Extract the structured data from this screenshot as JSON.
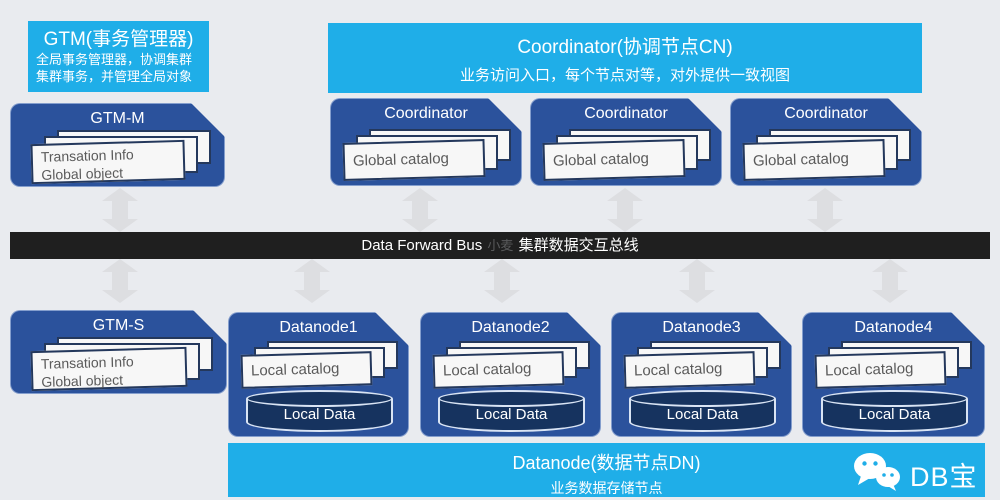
{
  "gtm_header": {
    "title": "GTM(事务管理器)",
    "desc": "全局事务管理器，协调集群集群事务，并管理全局对象"
  },
  "coordinator_header": {
    "title": "Coordinator(协调节点CN)",
    "desc": "业务访问入口，每个节点对等，对外提供一致视图"
  },
  "gtm_m": {
    "title": "GTM-M",
    "paper": "Transation Info\nGlobal object"
  },
  "gtm_s": {
    "title": "GTM-S",
    "paper": "Transation Info\nGlobal object"
  },
  "coordinators": [
    {
      "title": "Coordinator",
      "paper": "Global catalog"
    },
    {
      "title": "Coordinator",
      "paper": "Global catalog"
    },
    {
      "title": "Coordinator",
      "paper": "Global catalog"
    }
  ],
  "bus": {
    "label_en": "Data Forward Bus",
    "watermark": "小麦",
    "label_zh": "集群数据交互总线"
  },
  "datanodes": [
    {
      "title": "Datanode1",
      "paper": "Local catalog",
      "storage": "Local Data"
    },
    {
      "title": "Datanode2",
      "paper": "Local catalog",
      "storage": "Local Data"
    },
    {
      "title": "Datanode3",
      "paper": "Local catalog",
      "storage": "Local Data"
    },
    {
      "title": "Datanode4",
      "paper": "Local catalog",
      "storage": "Local Data"
    }
  ],
  "datanode_footer": {
    "title": "Datanode(数据节点DN)",
    "desc": "业务数据存储节点"
  },
  "brand": {
    "name": "DB宝"
  },
  "colors": {
    "cyan": "#1FAEE8",
    "node_blue": "#2B529C",
    "cylinder_navy": "#16335F",
    "bus_black": "#1F1F1F",
    "background": "#E9EBEF",
    "arrow_gray": "#DDDEE1",
    "paper_white": "#F7F7F7"
  }
}
